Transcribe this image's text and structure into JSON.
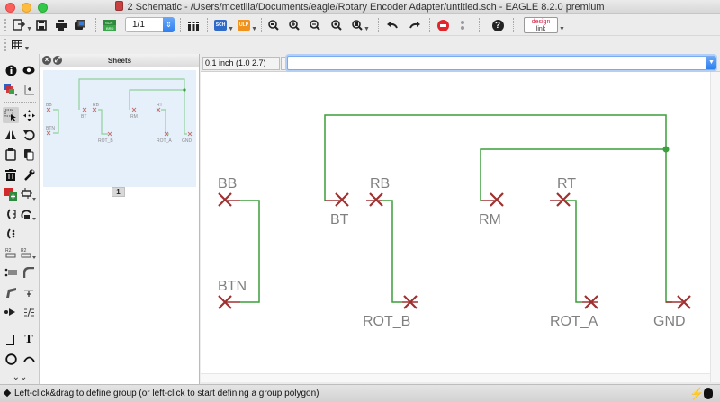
{
  "window": {
    "title": "2 Schematic - /Users/mcetilia/Documents/eagle/Rotary Encoder Adapter/untitled.sch - EAGLE 8.2.0 premium"
  },
  "toolbar": {
    "sheet_value": "1/1",
    "sch_label": "SCH",
    "ulp_label": "ULP",
    "design_link_top": "design",
    "design_link_bottom": "link",
    "help_glyph": "?"
  },
  "sheets_panel": {
    "title": "Sheets",
    "sheet_number": "1"
  },
  "command_line": {
    "coordinate_readout": "0.1 inch (1.0 2.7)",
    "input_value": "",
    "input_placeholder": ""
  },
  "schematic": {
    "labels": {
      "BB": "BB",
      "BTN": "BTN",
      "BT": "BT",
      "RB": "RB",
      "ROT_B": "ROT_B",
      "RM": "RM",
      "RT": "RT",
      "ROT_A": "ROT_A",
      "GND": "GND"
    },
    "colors": {
      "net": "#3c9e3c",
      "pin": "#a03030",
      "label": "#808080",
      "junction": "#3c9e3c"
    }
  },
  "status_bar": {
    "message": "Left-click&drag to define group (or left-click to start defining a group polygon)"
  }
}
